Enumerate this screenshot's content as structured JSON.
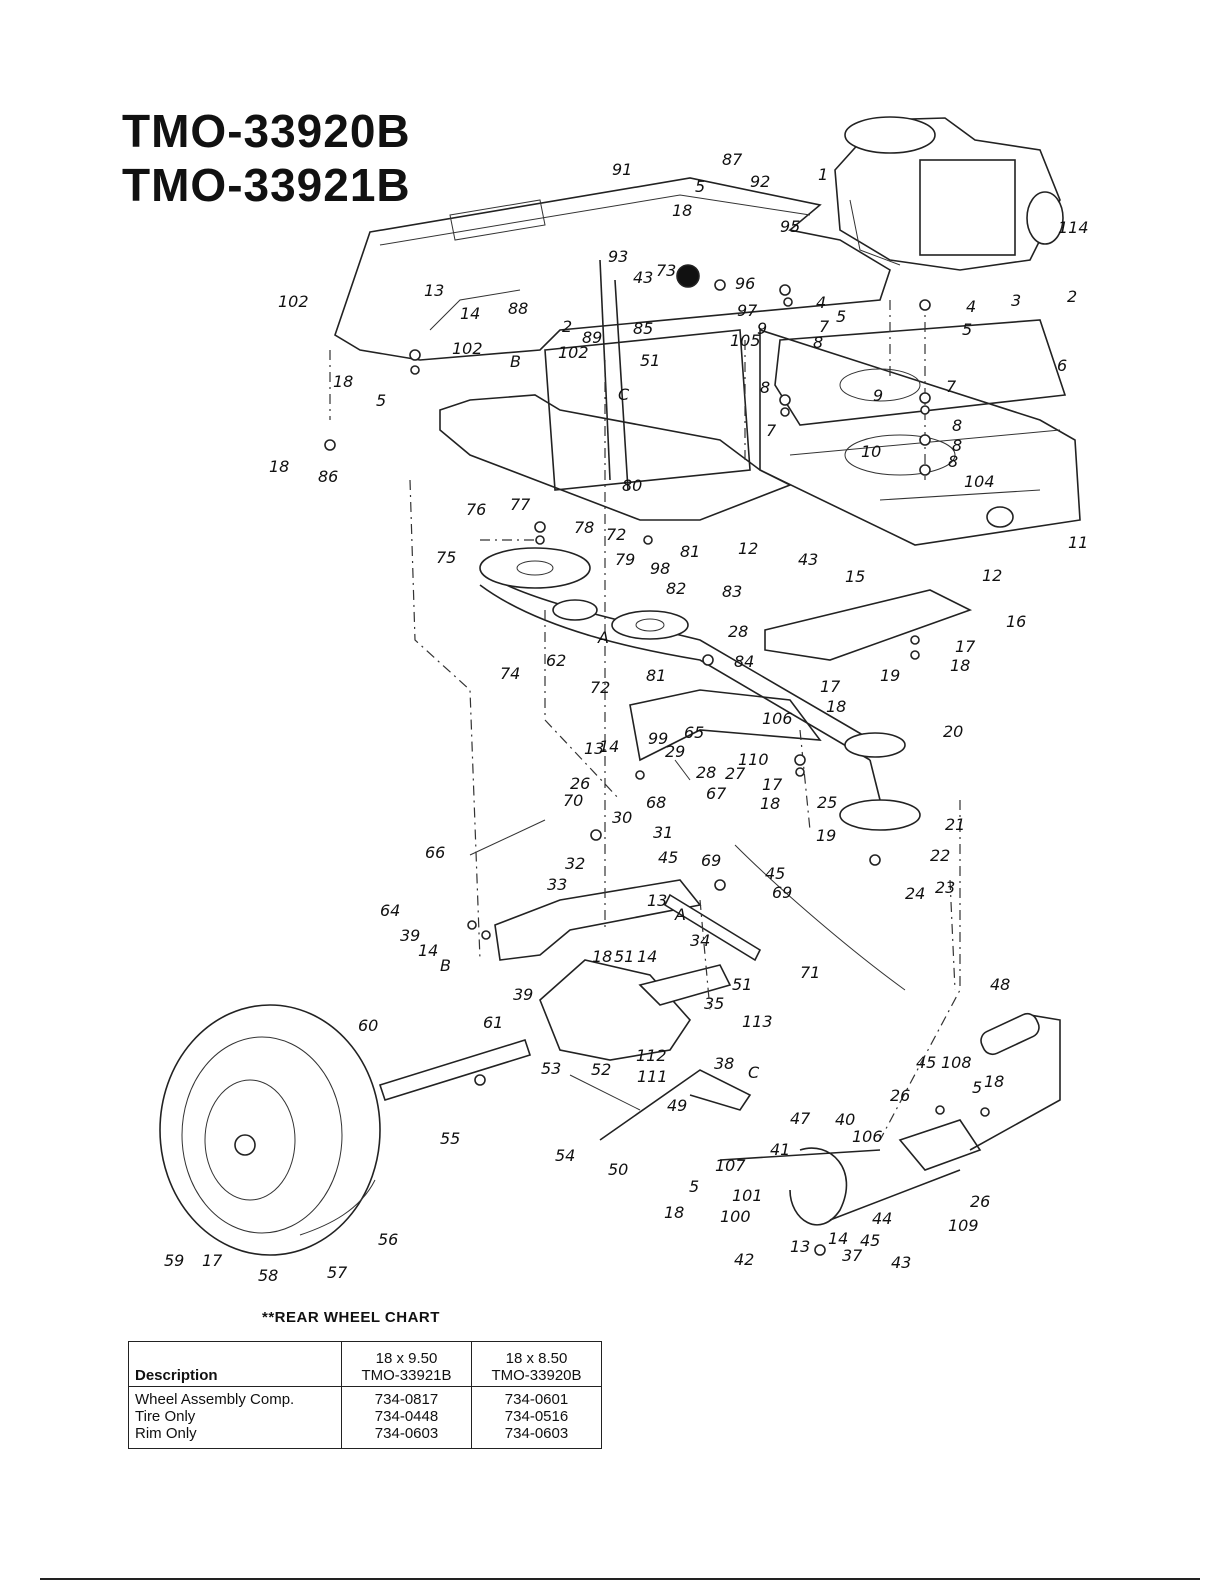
{
  "titles": [
    "TMO-33920B",
    "TMO-33921B"
  ],
  "callouts": [
    {
      "t": "91"
    },
    {
      "t": "87"
    },
    {
      "t": "92"
    },
    {
      "t": "5"
    },
    {
      "t": "18"
    },
    {
      "t": "95"
    },
    {
      "t": "1"
    },
    {
      "t": "114"
    },
    {
      "t": "102"
    },
    {
      "t": "13"
    },
    {
      "t": "14"
    },
    {
      "t": "88"
    },
    {
      "t": "2"
    },
    {
      "t": "93"
    },
    {
      "t": "43"
    },
    {
      "t": "73"
    },
    {
      "t": "96"
    },
    {
      "t": "97"
    },
    {
      "t": "4"
    },
    {
      "t": "5"
    },
    {
      "t": "4"
    },
    {
      "t": "5"
    },
    {
      "t": "3"
    },
    {
      "t": "2"
    },
    {
      "t": "89"
    },
    {
      "t": "85"
    },
    {
      "t": "9"
    },
    {
      "t": "7"
    },
    {
      "t": "105"
    },
    {
      "t": "8"
    },
    {
      "t": "102"
    },
    {
      "t": "51"
    },
    {
      "t": "102"
    },
    {
      "t": "B"
    },
    {
      "t": "18"
    },
    {
      "t": "5"
    },
    {
      "t": "C"
    },
    {
      "t": "6"
    },
    {
      "t": "7"
    },
    {
      "t": "9"
    },
    {
      "t": "8"
    },
    {
      "t": "8"
    },
    {
      "t": "7"
    },
    {
      "t": "8"
    },
    {
      "t": "10"
    },
    {
      "t": "8"
    },
    {
      "t": "104"
    },
    {
      "t": "18"
    },
    {
      "t": "86"
    },
    {
      "t": "80"
    },
    {
      "t": "76"
    },
    {
      "t": "77"
    },
    {
      "t": "78"
    },
    {
      "t": "72"
    },
    {
      "t": "81"
    },
    {
      "t": "79"
    },
    {
      "t": "98"
    },
    {
      "t": "82"
    },
    {
      "t": "75"
    },
    {
      "t": "12"
    },
    {
      "t": "43"
    },
    {
      "t": "15"
    },
    {
      "t": "11"
    },
    {
      "t": "12"
    },
    {
      "t": "83"
    },
    {
      "t": "16"
    },
    {
      "t": "28"
    },
    {
      "t": "84"
    },
    {
      "t": "62"
    },
    {
      "t": "A"
    },
    {
      "t": "81"
    },
    {
      "t": "74"
    },
    {
      "t": "72"
    },
    {
      "t": "17"
    },
    {
      "t": "18"
    },
    {
      "t": "17"
    },
    {
      "t": "18"
    },
    {
      "t": "19"
    },
    {
      "t": "20"
    },
    {
      "t": "106"
    },
    {
      "t": "65"
    },
    {
      "t": "99"
    },
    {
      "t": "29"
    },
    {
      "t": "13"
    },
    {
      "t": "14"
    },
    {
      "t": "110"
    },
    {
      "t": "28"
    },
    {
      "t": "27"
    },
    {
      "t": "26"
    },
    {
      "t": "70"
    },
    {
      "t": "67"
    },
    {
      "t": "68"
    },
    {
      "t": "17"
    },
    {
      "t": "18"
    },
    {
      "t": "25"
    },
    {
      "t": "21"
    },
    {
      "t": "19"
    },
    {
      "t": "30"
    },
    {
      "t": "31"
    },
    {
      "t": "66"
    },
    {
      "t": "32"
    },
    {
      "t": "45"
    },
    {
      "t": "69"
    },
    {
      "t": "22"
    },
    {
      "t": "23"
    },
    {
      "t": "24"
    },
    {
      "t": "33"
    },
    {
      "t": "45"
    },
    {
      "t": "69"
    },
    {
      "t": "64"
    },
    {
      "t": "13"
    },
    {
      "t": "A"
    },
    {
      "t": "39"
    },
    {
      "t": "14"
    },
    {
      "t": "51"
    },
    {
      "t": "14"
    },
    {
      "t": "34"
    },
    {
      "t": "B"
    },
    {
      "t": "18"
    },
    {
      "t": "71"
    },
    {
      "t": "39"
    },
    {
      "t": "51"
    },
    {
      "t": "48"
    },
    {
      "t": "35"
    },
    {
      "t": "60"
    },
    {
      "t": "61"
    },
    {
      "t": "113"
    },
    {
      "t": "38"
    },
    {
      "t": "112"
    },
    {
      "t": "111"
    },
    {
      "t": "53"
    },
    {
      "t": "52"
    },
    {
      "t": "C"
    },
    {
      "t": "45"
    },
    {
      "t": "108"
    },
    {
      "t": "5"
    },
    {
      "t": "18"
    },
    {
      "t": "26"
    },
    {
      "t": "49"
    },
    {
      "t": "47"
    },
    {
      "t": "40"
    },
    {
      "t": "106"
    },
    {
      "t": "41"
    },
    {
      "t": "55"
    },
    {
      "t": "54"
    },
    {
      "t": "50"
    },
    {
      "t": "107"
    },
    {
      "t": "5"
    },
    {
      "t": "101"
    },
    {
      "t": "100"
    },
    {
      "t": "18"
    },
    {
      "t": "44"
    },
    {
      "t": "109"
    },
    {
      "t": "26"
    },
    {
      "t": "13"
    },
    {
      "t": "14"
    },
    {
      "t": "45"
    },
    {
      "t": "37"
    },
    {
      "t": "42"
    },
    {
      "t": "43"
    },
    {
      "t": "56"
    },
    {
      "t": "59"
    },
    {
      "t": "17"
    },
    {
      "t": "58"
    },
    {
      "t": "57"
    }
  ],
  "rear_wheel_chart": {
    "heading": "**REAR WHEEL CHART",
    "description_header": "Description",
    "columns": [
      {
        "size": "18 x 9.50",
        "model": "TMO-33921B"
      },
      {
        "size": "18 x 8.50",
        "model": "TMO-33920B"
      }
    ],
    "rows": [
      {
        "label": "Wheel Assembly Comp.",
        "values": [
          "734-0817",
          "734-0601"
        ]
      },
      {
        "label": "Tire Only",
        "values": [
          "734-0448",
          "734-0516"
        ]
      },
      {
        "label": "Rim Only",
        "values": [
          "734-0603",
          "734-0603"
        ]
      }
    ]
  }
}
